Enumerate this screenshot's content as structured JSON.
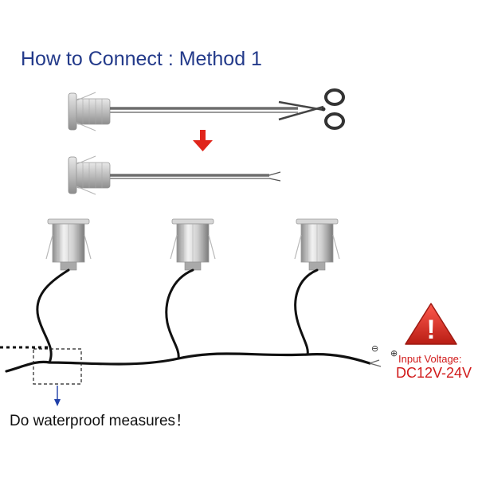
{
  "title": "How to Connect : Method 1",
  "colors": {
    "title": "#233a8a",
    "red_arrow": "#e0251b",
    "warning": "#d92b2b",
    "voltage_text": "#d11a1a",
    "cable": "#111111",
    "blue_arrow": "#1f3fa8"
  },
  "icons": {
    "scissors": "scissors-icon",
    "warning": "warning-triangle-icon",
    "step_arrow": "arrow-down-icon"
  },
  "warning_symbol": "!",
  "polarity": {
    "negative": "⊖",
    "positive": "⊕"
  },
  "voltage": {
    "label": "Input Voltage:",
    "value": "DC12V-24V"
  },
  "note": "Do waterproof measures！"
}
